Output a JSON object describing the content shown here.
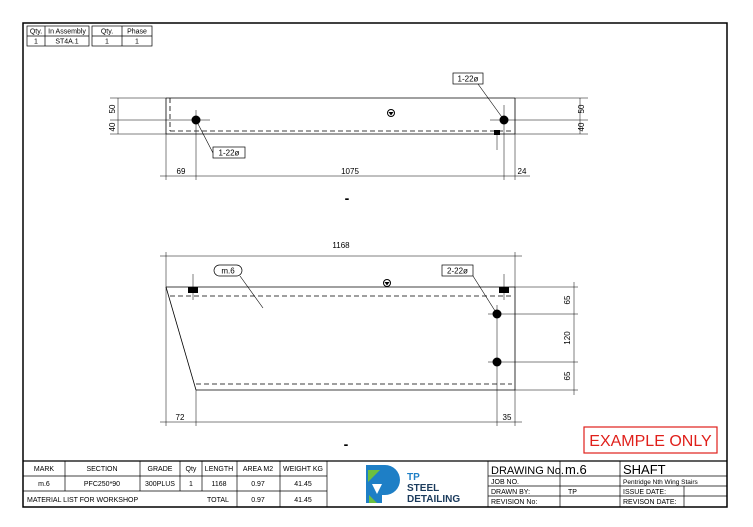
{
  "header_table": {
    "qty_label": "Qty.",
    "in_assembly_label": "In Assembly",
    "qty_value": "1",
    "in_assembly_value": "ST4A.1",
    "qty2_label": "Qty.",
    "phase_label": "Phase",
    "qty2_value": "1",
    "phase_value": "1"
  },
  "top_view": {
    "dim_left_upper": "50",
    "dim_left_lower": "40",
    "dim_right_upper": "50",
    "dim_right_lower": "40",
    "dim_bottom": [
      "69",
      "1075",
      "24"
    ],
    "hole_left": "1-22ø",
    "hole_right": "1-22ø",
    "section_mark": "-"
  },
  "front_view": {
    "overall": "1168",
    "mark": "m.6",
    "holes": "2-22ø",
    "dim_right": [
      "65",
      "120",
      "65"
    ],
    "dim_bottom_left": "72",
    "dim_bottom_right": "35",
    "section_mark": "-"
  },
  "stamp": "EXAMPLE ONLY",
  "material": {
    "headers": [
      "MARK",
      "SECTION",
      "GRADE",
      "Qty",
      "LENGTH",
      "AREA M2",
      "WEIGHT KG"
    ],
    "row": [
      "m.6",
      "PFC250*90",
      "300PLUS",
      "1",
      "1168",
      "0.97",
      "41.45"
    ],
    "footer_label": "MATERIAL LIST FOR WORKSHOP",
    "total_label": "TOTAL",
    "total_area": "0.97",
    "total_weight": "41.45"
  },
  "logo": {
    "line1": "TP",
    "line2": "STEEL",
    "line3": "DETAILING"
  },
  "title_block": {
    "drawing_no_label": "DRAWING No.",
    "drawing_no": "m.6",
    "title": "SHAFT",
    "job_no_label": "JOB NO.",
    "job_no": "",
    "job_name": "Pentridge Nth Wing Stairs",
    "drawn_by_label": "DRAWN BY:",
    "drawn_by": "TP",
    "issue_date_label": "ISSUE DATE:",
    "revision_no_label": "REVISION No:",
    "revision_date_label": "REVISON DATE:"
  },
  "colors": {
    "stamp": "#e0201b",
    "logo_blue": "#1e7fc6",
    "logo_green": "#6cbf3f"
  }
}
